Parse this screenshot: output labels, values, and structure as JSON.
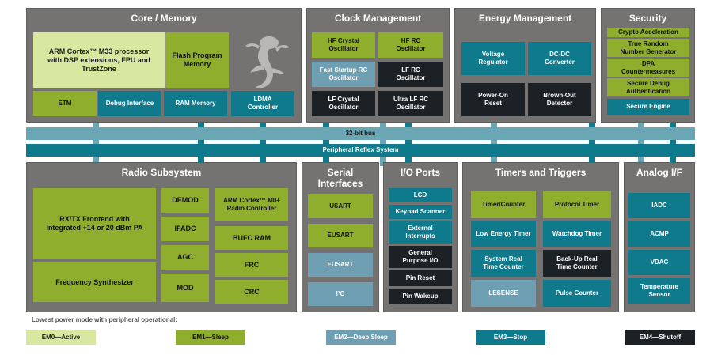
{
  "core": {
    "title": "Core / Memory",
    "cpu": "ARM Cortex™ M33 processor with DSP extensions, FPU and TrustZone",
    "flash": "Flash Program Memory",
    "etm": "ETM",
    "debug": "Debug Interface",
    "ram": "RAM Memory",
    "ldma": "LDMA Controller"
  },
  "clock": {
    "title": "Clock Management",
    "hfxo": "HF Crystal Oscillator",
    "hfrco": "HF RC Oscillator",
    "fsrco": "Fast Startup RC Oscillator",
    "lfrco": "LF RC Oscillator",
    "lfxo": "LF Crystal Oscillator",
    "ulfrco": "Ultra LF RC Oscillator"
  },
  "energy": {
    "title": "Energy Management",
    "vreg": "Voltage Regulator",
    "dcdc": "DC-DC Converter",
    "por": "Power-On Reset",
    "bod": "Brown-Out Detector"
  },
  "security": {
    "title": "Security",
    "items": [
      "Crypto Acceleration",
      "True Random Number Generator",
      "DPA Countermeasures",
      "Secure Debug Authentication"
    ],
    "engine": "Secure Engine"
  },
  "buses": {
    "bus32": "32-bit bus",
    "prs": "Peripheral Reflex System"
  },
  "radio": {
    "title": "Radio Subsystem",
    "frontend": "RX/TX Frontend with Integrated +14 or 20 dBm PA",
    "synth": "Frequency Synthesizer",
    "demod": "DEMOD",
    "ifadc": "IFADC",
    "agc": "AGC",
    "mod": "MOD",
    "m0": "ARM Cortex™ M0+ Radio Controller",
    "bufc": "BUFC RAM",
    "frc": "FRC",
    "crc": "CRC"
  },
  "serial": {
    "title": "Serial Interfaces",
    "usart": "USART",
    "eusart1": "EUSART",
    "eusart2": "EUSART",
    "i2c": "I²C"
  },
  "io": {
    "title": "I/O Ports",
    "lcd": "LCD",
    "keypad": "Keypad Scanner",
    "extint": "External Interrupts",
    "gpio": "General Purpose I/O",
    "pinreset": "Pin Reset",
    "pinwakeup": "Pin Wakeup"
  },
  "timers": {
    "title": "Timers and Triggers",
    "timer": "Timer/Counter",
    "protocol": "Protocol Timer",
    "letimer": "Low Energy Timer",
    "wdog": "Watchdog Timer",
    "rtc": "System Real Time Counter",
    "burtc": "Back-Up Real Time Counter",
    "lesense": "LESENSE",
    "pcnt": "Pulse Counter"
  },
  "analog": {
    "title": "Analog I/F",
    "iadc": "IADC",
    "acmp": "ACMP",
    "vdac": "VDAC",
    "temp": "Temperature Sensor"
  },
  "legend": {
    "caption": "Lowest power mode with peripheral operational:",
    "em0": "EM0—Active",
    "em1": "EM1—Sleep",
    "em2": "EM2—Deep Sleep",
    "em3": "EM3—Stop",
    "em4": "EM4—Shutoff"
  },
  "colors": {
    "em0": "#d9e8a0",
    "em1": "#8fae2e",
    "em2": "#6f9fb3",
    "em3": "#0e7a8c",
    "em4": "#1c2126",
    "panel": "#757371"
  }
}
